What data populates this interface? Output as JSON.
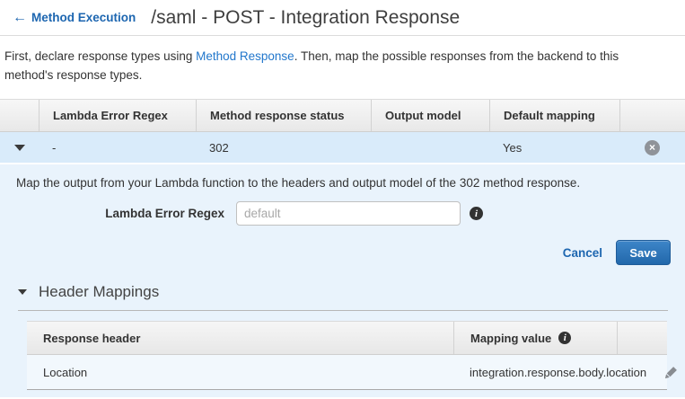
{
  "header": {
    "back_arrow": "←",
    "back_link": "Method Execution",
    "title": "/saml - POST - Integration Response"
  },
  "intro": {
    "text_before_link": "First, declare response types using ",
    "link_text": "Method Response",
    "text_after_link": ". Then, map the possible responses from the backend to this method's response types."
  },
  "response_table": {
    "columns": [
      "Lambda Error Regex",
      "Method response status",
      "Output model",
      "Default mapping"
    ],
    "row": {
      "lambda_error_regex": "-",
      "method_response_status": "302",
      "output_model": "",
      "default_mapping": "Yes"
    }
  },
  "detail_panel": {
    "description": "Map the output from your Lambda function to the headers and output model of the 302 method response.",
    "field_label": "Lambda Error Regex",
    "field_placeholder": "default",
    "cancel_label": "Cancel",
    "save_label": "Save"
  },
  "header_mappings": {
    "title": "Header Mappings",
    "columns": [
      "Response header",
      "Mapping value"
    ],
    "rows": [
      {
        "response_header": "Location",
        "mapping_value": "integration.response.body.location"
      }
    ]
  },
  "icons": {
    "close_glyph": "×",
    "info_glyph": "i"
  },
  "colors": {
    "accent_blue": "#1d66b0",
    "link_blue": "#2277cc",
    "row_highlight": "#d9ebfa",
    "panel_blue": "#e9f3fc",
    "save_button_blue": "#2a72b8"
  }
}
